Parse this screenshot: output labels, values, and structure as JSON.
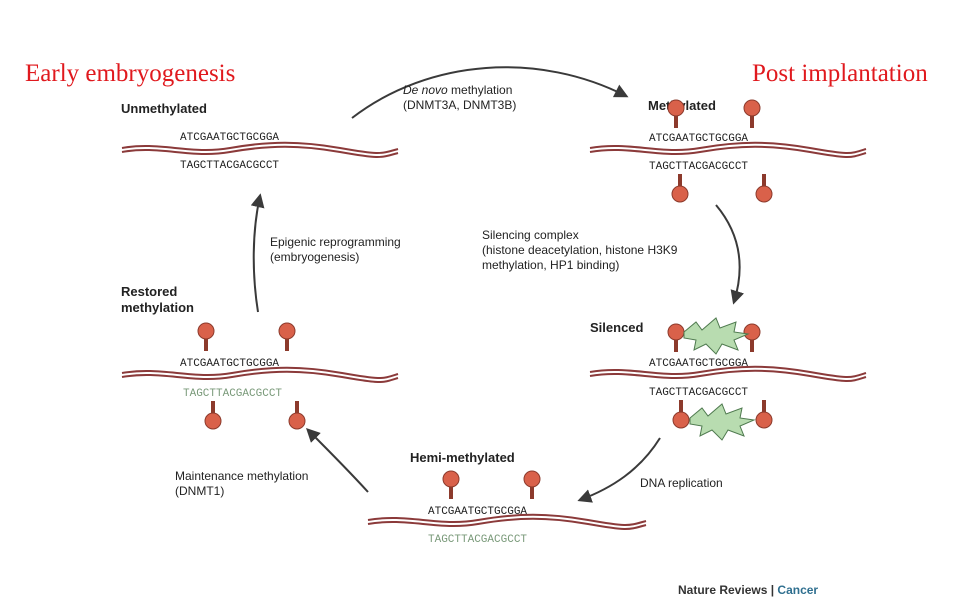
{
  "annotations": {
    "early": "Early embryogenesis",
    "post": "Post implantation"
  },
  "states": {
    "unmethylated": "Unmethylated",
    "methylated": "Methylated",
    "silenced": "Silenced",
    "hemi": "Hemi-methylated",
    "restored_line1": "Restored",
    "restored_line2": "methylation"
  },
  "dna": {
    "top": "ATCGAATGCTGCGGA",
    "bottom": "TAGCTTACGACGCCT"
  },
  "transitions": {
    "denovo_em": "De novo",
    "denovo_rest": " methylation",
    "denovo_enzymes": "(DNMT3A, DNMT3B)",
    "silencing_line1": "Silencing complex",
    "silencing_line2": "(histone deacetylation, histone H3K9",
    "silencing_line3": "methylation, HP1 binding)",
    "replication": "DNA replication",
    "maintenance_line1": "Maintenance methylation",
    "maintenance_line2": "(DNMT1)",
    "reprogramming_line1": "Epigenic reprogramming",
    "reprogramming_line2": "(embryogenesis)"
  },
  "credit": {
    "journal": "Nature Reviews",
    "separator": " | ",
    "section": "Cancer"
  },
  "colors": {
    "annotation": "#e0191e",
    "strand": "#8b3a3a",
    "methyl_ball": "#d9614a",
    "methyl_ball_edge": "#8c3a2c",
    "old_strand_text": "#7a9a7a",
    "silencer": "#b8dcb0",
    "silencer_edge": "#4f7a4f",
    "arrow": "#3a3a3a",
    "credit_accent": "#2f6f8f"
  }
}
